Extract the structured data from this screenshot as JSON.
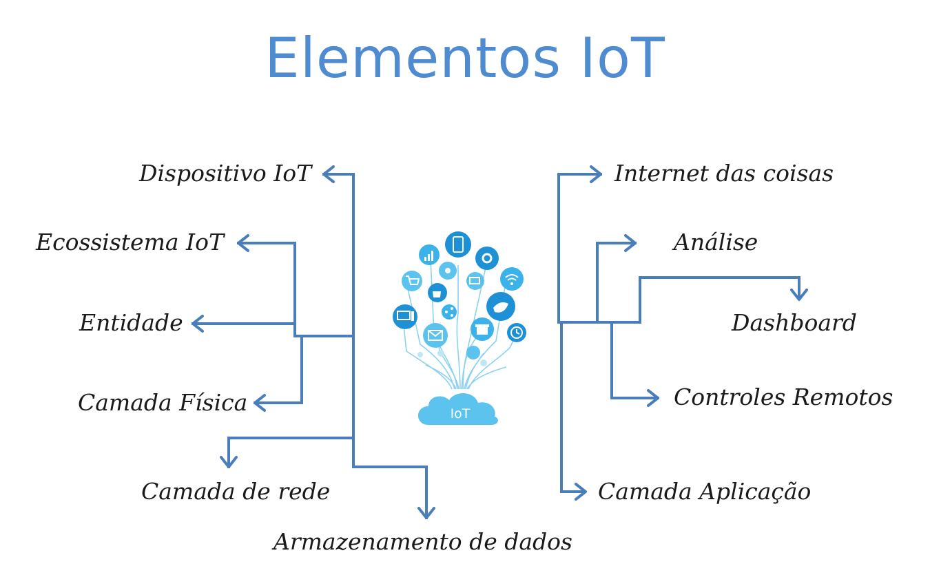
{
  "title": "Elementos IoT",
  "left_items": {
    "dispositivo": "Dispositivo IoT",
    "ecossistema": "Ecossistema IoT",
    "entidade": "Entidade",
    "camada_fisica": "Camada Física",
    "camada_rede": "Camada de rede",
    "armazenamento": "Armazenamento de dados"
  },
  "right_items": {
    "internet": "Internet das coisas",
    "analise": "Análise",
    "dashboard": "Dashboard",
    "controles": "Controles Remotos",
    "aplicacao": "Camada Aplicação"
  },
  "center_image": {
    "cloud_label": "IoT"
  },
  "colors": {
    "title": "#4f8bd0",
    "connector": "#4a7ebb",
    "bubble": "#29a3dc",
    "cloud": "#5cc3ee"
  }
}
